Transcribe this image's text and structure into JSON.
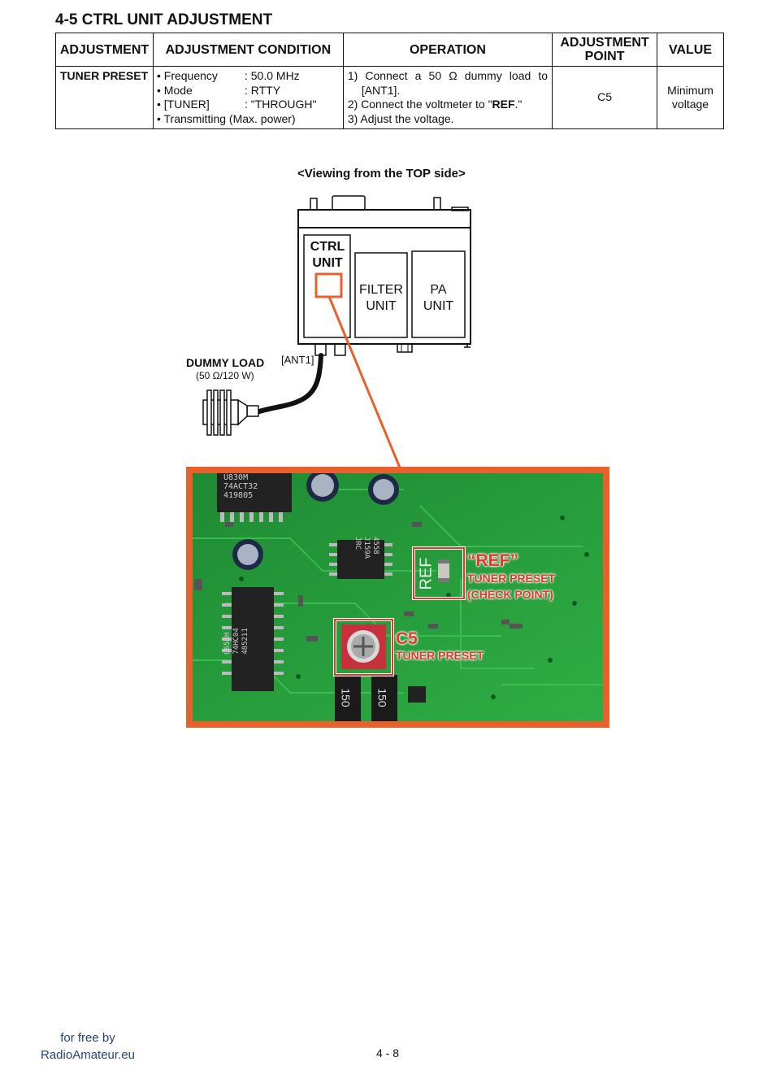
{
  "section_title": "4-5 CTRL UNIT ADJUSTMENT",
  "table": {
    "headers": [
      "ADJUSTMENT",
      "ADJUSTMENT CONDITION",
      "OPERATION",
      "ADJUSTMENT POINT",
      "VALUE"
    ],
    "row": {
      "adjustment": "TUNER PRESET",
      "conditions": [
        {
          "key": "• Frequency",
          "value": ": 50.0 MHz"
        },
        {
          "key": "• Mode",
          "value": ": RTTY"
        },
        {
          "key": "• [TUNER]",
          "value": ": \"THROUGH\""
        },
        {
          "key": "• Transmitting (Max. power)",
          "value": ""
        }
      ],
      "operation": {
        "step1_a": "1) Connect a 50 Ω dummy load to",
        "step1_b": "[ANT1].",
        "step2_pre": "2) Connect the voltmeter to \"",
        "step2_bold": "REF",
        "step2_post": ".\"",
        "step3": "3) Adjust the voltage."
      },
      "point": "C5",
      "value": "Minimum voltage"
    }
  },
  "diagram": {
    "caption": "<Viewing from the TOP side>",
    "ctrl_unit": "CTRL UNIT",
    "filter_unit": "FILTER UNIT",
    "pa_unit": "PA UNIT",
    "ant1": "[ANT1]",
    "dummy_load": "DUMMY LOAD",
    "dummy_spec": "(50 Ω/120 W)"
  },
  "photo": {
    "ref_label": "“REF”",
    "ref_desc1": "TUNER PRESET",
    "ref_desc2": "(CHECK POINT)",
    "c5_label": "C5",
    "c5_desc": "TUNER PRESET",
    "silk_ref": "REF",
    "ic1_lines": [
      "U830M",
      "74ACT32",
      "419805"
    ],
    "ic2_lines": [
      "4558",
      "J159A",
      "JRC"
    ],
    "ic3_lines": [
      "U658H",
      "74HC04",
      "485211"
    ],
    "resistor_labels": [
      "150",
      "150"
    ]
  },
  "footer": {
    "page": "4 - 8",
    "watermark_line1": "for free by",
    "watermark_line2": "RadioAmateur.eu"
  },
  "colors": {
    "accent_orange": "#e8602c",
    "annotation_red": "#e03a2e",
    "pcb_green": "#2a9b3c"
  }
}
